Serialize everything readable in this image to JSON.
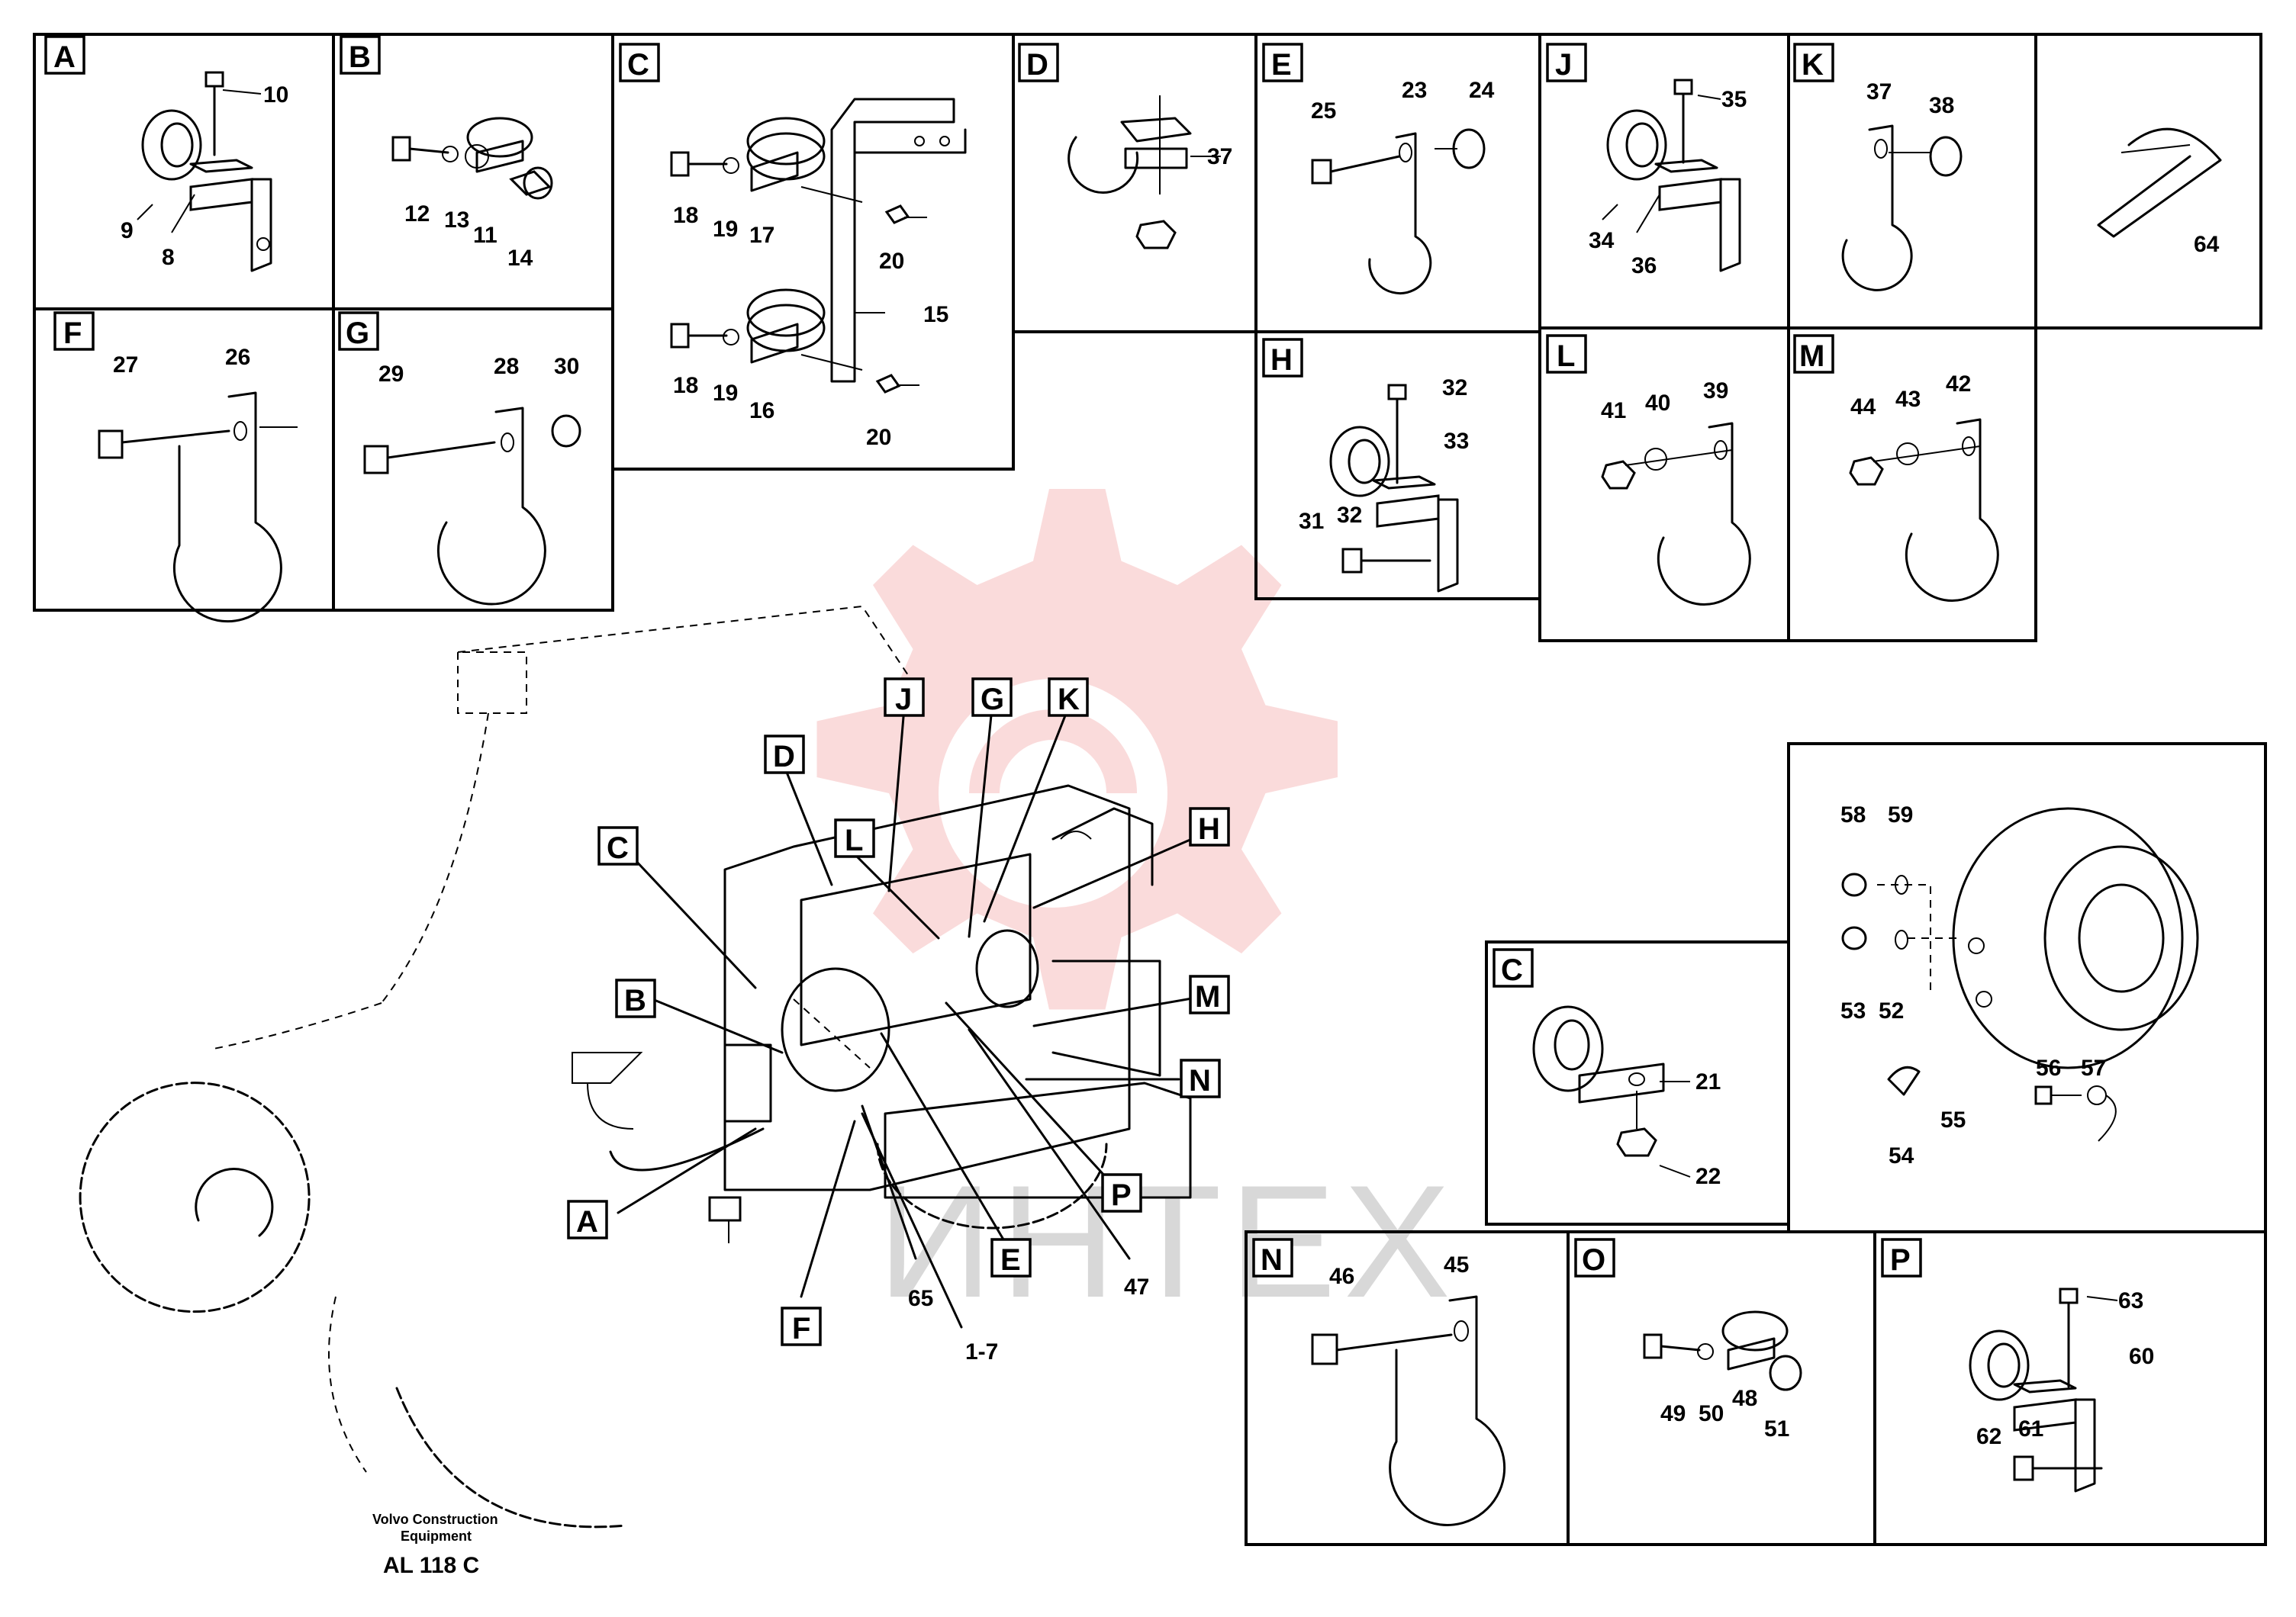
{
  "panels": [
    {
      "id": "A",
      "parts": [
        "10",
        "9",
        "8"
      ]
    },
    {
      "id": "B",
      "parts": [
        "12",
        "13",
        "11",
        "14"
      ]
    },
    {
      "id": "C",
      "parts": [
        "18",
        "19",
        "17",
        "20",
        "15",
        "18",
        "19",
        "16",
        "20"
      ]
    },
    {
      "id": "D",
      "parts": [
        "37"
      ]
    },
    {
      "id": "E",
      "parts": [
        "25",
        "23",
        "24"
      ]
    },
    {
      "id": "J",
      "parts": [
        "35",
        "34",
        "36"
      ]
    },
    {
      "id": "K",
      "parts": [
        "37",
        "38"
      ]
    },
    {
      "id": "tie",
      "parts": [
        "64"
      ]
    },
    {
      "id": "F",
      "parts": [
        "27",
        "26"
      ]
    },
    {
      "id": "G",
      "parts": [
        "29",
        "28",
        "30"
      ]
    },
    {
      "id": "H",
      "parts": [
        "32",
        "33",
        "31",
        "32"
      ]
    },
    {
      "id": "L",
      "parts": [
        "41",
        "40",
        "39"
      ]
    },
    {
      "id": "M",
      "parts": [
        "44",
        "43",
        "42"
      ]
    },
    {
      "id": "alternator",
      "parts": [
        "58",
        "59",
        "53",
        "52",
        "56",
        "57",
        "55",
        "54"
      ]
    },
    {
      "id": "C",
      "parts": [
        "21",
        "22"
      ]
    },
    {
      "id": "N",
      "parts": [
        "46",
        "45"
      ]
    },
    {
      "id": "O",
      "parts": [
        "49",
        "50",
        "48",
        "51"
      ]
    },
    {
      "id": "P",
      "parts": [
        "63",
        "60",
        "62",
        "61"
      ]
    }
  ],
  "callouts": [
    "J",
    "G",
    "K",
    "D",
    "H",
    "L",
    "C",
    "M",
    "B",
    "N",
    "P",
    "A",
    "E",
    "F"
  ],
  "callout_numbers": [
    "65",
    "1-7",
    "47"
  ],
  "footer": {
    "maker_line1": "Volvo Construction",
    "maker_line2": "Equipment",
    "code": "AL 118 C"
  },
  "watermark": {
    "text": "ИНТЕХ",
    "color": "#f08080"
  }
}
